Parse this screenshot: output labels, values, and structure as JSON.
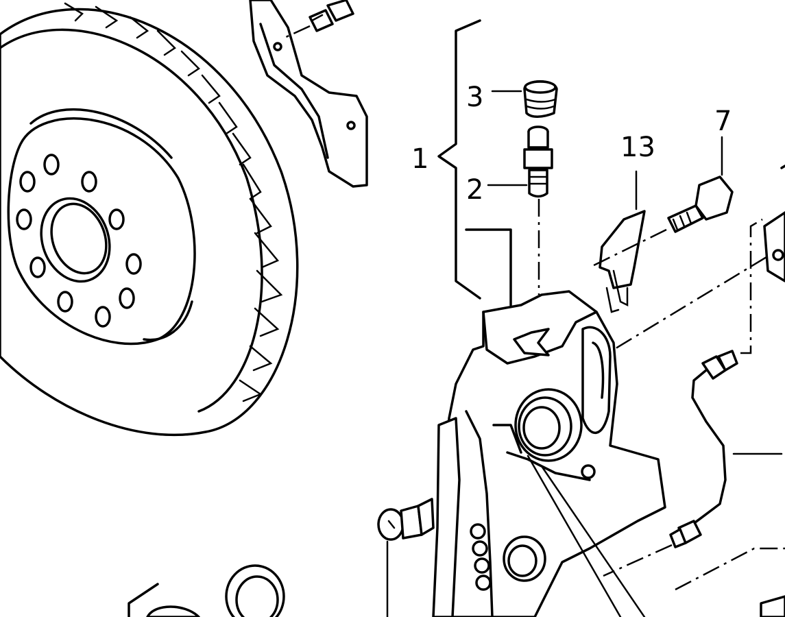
{
  "callouts": {
    "c1": "1",
    "c2": "2",
    "c3": "3",
    "c7": "7",
    "c13": "13"
  },
  "colors": {
    "ink": "#000000",
    "paper": "#ffffff"
  }
}
